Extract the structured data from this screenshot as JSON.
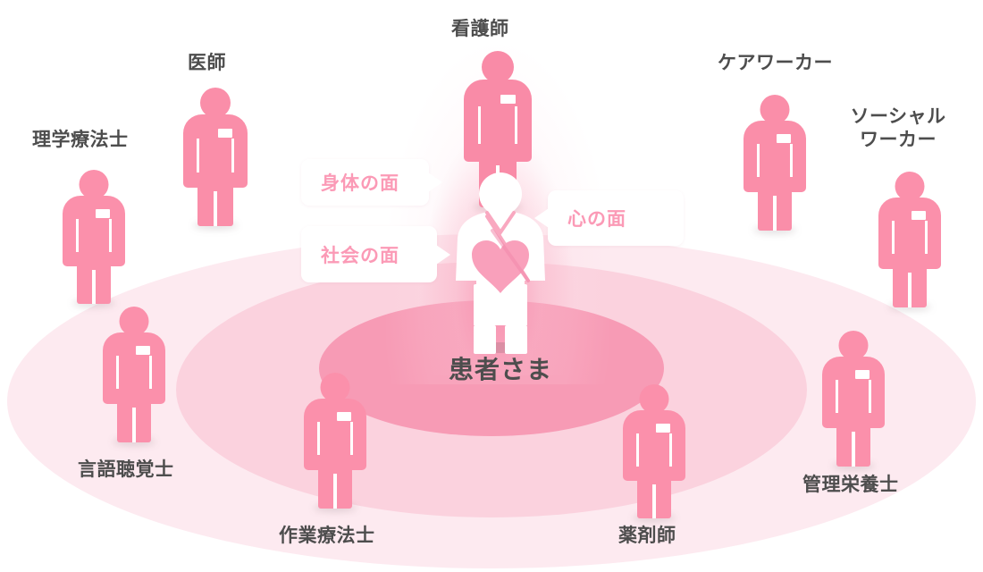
{
  "diagram": {
    "title_center": "患者さま",
    "center_label_color": "#4d4d4d",
    "figure_color": "#fa8ea9",
    "ring_colors": [
      "#fdeaf0",
      "#fbd2de",
      "#f79bb5"
    ],
    "callout_text_color": "#fb9ab6"
  },
  "callouts": [
    {
      "id": "physical",
      "label": "身体の面",
      "side": "left"
    },
    {
      "id": "social",
      "label": "社会の面",
      "side": "left"
    },
    {
      "id": "mental",
      "label": "心の面",
      "side": "right"
    }
  ],
  "staff": [
    {
      "id": "physical-therapist",
      "label": "理学療法士"
    },
    {
      "id": "doctor",
      "label": "医師"
    },
    {
      "id": "nurse",
      "label": "看護師"
    },
    {
      "id": "care-worker",
      "label": "ケアワーカー"
    },
    {
      "id": "social-worker",
      "label": "ソーシャル\nワーカー"
    },
    {
      "id": "speech-therapist",
      "label": "言語聴覚士"
    },
    {
      "id": "occupational-therapist",
      "label": "作業療法士"
    },
    {
      "id": "pharmacist",
      "label": "薬剤師"
    },
    {
      "id": "dietitian",
      "label": "管理栄養士"
    }
  ],
  "patient": {
    "label": "患者さま",
    "icon": "patient-in-gown-with-heart"
  }
}
